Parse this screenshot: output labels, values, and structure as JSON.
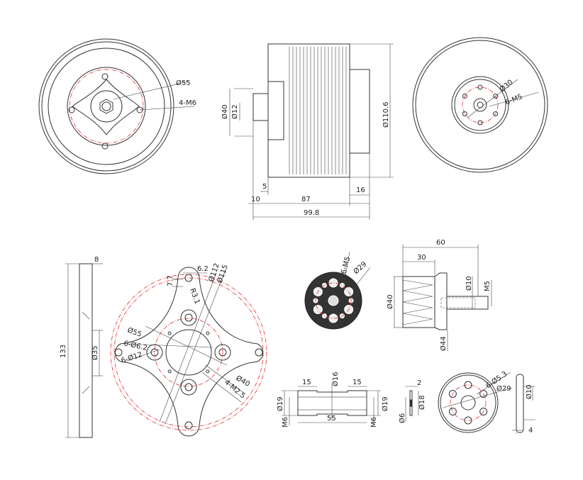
{
  "motor_front": {
    "d55": "Ø55",
    "m6": "4-M6"
  },
  "motor_side": {
    "d40": "Ø40",
    "d12": "Ø12",
    "d110": "Ø110.6",
    "dim5": "5",
    "dim10": "10",
    "dim87": "87",
    "dim16": "16",
    "dim99": "99.8"
  },
  "motor_back": {
    "d30": "Ø30",
    "m5": "6-M5"
  },
  "plate_side": {
    "dim8": "8",
    "dim133": "133",
    "d35": "Ø35"
  },
  "mount_plate": {
    "d62": "6.2",
    "d77": "7.7",
    "r31": "R3.1",
    "d112": "Ø112",
    "d115": "Ø115",
    "d55": "Ø55",
    "h62": "6-Ø6.2",
    "h12": "6-Ø12",
    "d40": "Ø40",
    "m25": "4-M2.5"
  },
  "carbon_disk": {
    "m5": "6-M5",
    "d29": "Ø29"
  },
  "prop_adapter": {
    "dim60": "60",
    "dim30": "30",
    "d40": "Ø40",
    "d10": "Ø10",
    "m5": "M5",
    "d44": "Ø44"
  },
  "standoff": {
    "l15a": "15",
    "d16": "Ø16",
    "l15b": "15",
    "d19a": "Ø19",
    "d19b": "Ø19",
    "m6a": "M6",
    "l55": "55",
    "m6b": "M6"
  },
  "washer": {
    "t2": "2",
    "d18": "Ø18",
    "d6": "Ø6"
  },
  "flange_disk": {
    "h53": "6-Ø5.3",
    "d29": "Ø29"
  },
  "flange_side": {
    "d10": "Ø10",
    "t4": "4"
  },
  "colors": {
    "line": "#333333",
    "center_line": "#e03030"
  }
}
